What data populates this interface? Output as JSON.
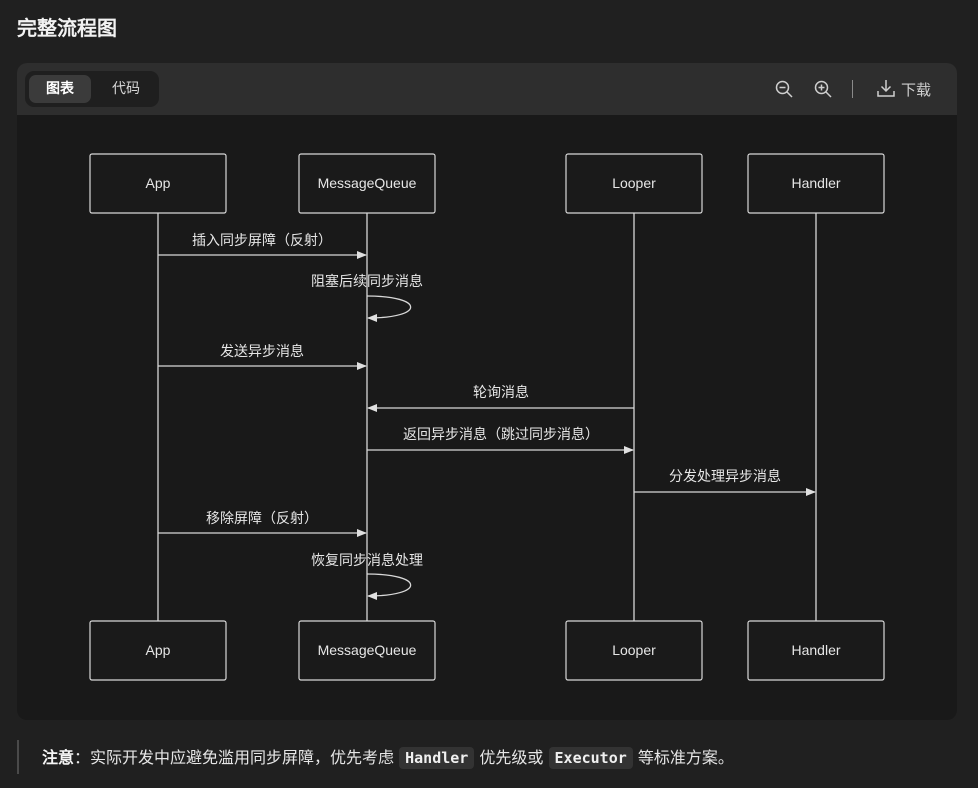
{
  "heading": "完整流程图",
  "toolbar": {
    "tabs": [
      "图表",
      "代码"
    ],
    "active_tab": "图表",
    "zoom_out_icon": "zoom-out-icon",
    "zoom_in_icon": "zoom-in-icon",
    "download_icon": "download-icon",
    "download_label": "下载"
  },
  "diagram": {
    "participants": [
      "App",
      "MessageQueue",
      "Looper",
      "Handler"
    ],
    "messages": [
      {
        "from": "App",
        "to": "MessageQueue",
        "label": "插入同步屏障（反射）"
      },
      {
        "from": "MessageQueue",
        "to": "MessageQueue",
        "label": "阻塞后续同步消息"
      },
      {
        "from": "App",
        "to": "MessageQueue",
        "label": "发送异步消息"
      },
      {
        "from": "Looper",
        "to": "MessageQueue",
        "label": "轮询消息"
      },
      {
        "from": "MessageQueue",
        "to": "Looper",
        "label": "返回异步消息（跳过同步消息）"
      },
      {
        "from": "Looper",
        "to": "Handler",
        "label": "分发处理异步消息"
      },
      {
        "from": "App",
        "to": "MessageQueue",
        "label": "移除屏障（反射）"
      },
      {
        "from": "MessageQueue",
        "to": "MessageQueue",
        "label": "恢复同步消息处理"
      }
    ]
  },
  "note": {
    "label": "注意",
    "colon": "：",
    "text_before": "实际开发中应避免滥用同步屏障，优先考虑 ",
    "code1": "Handler",
    "text_middle": " 优先级或 ",
    "code2": "Executor",
    "text_after": " 等标准方案。"
  }
}
